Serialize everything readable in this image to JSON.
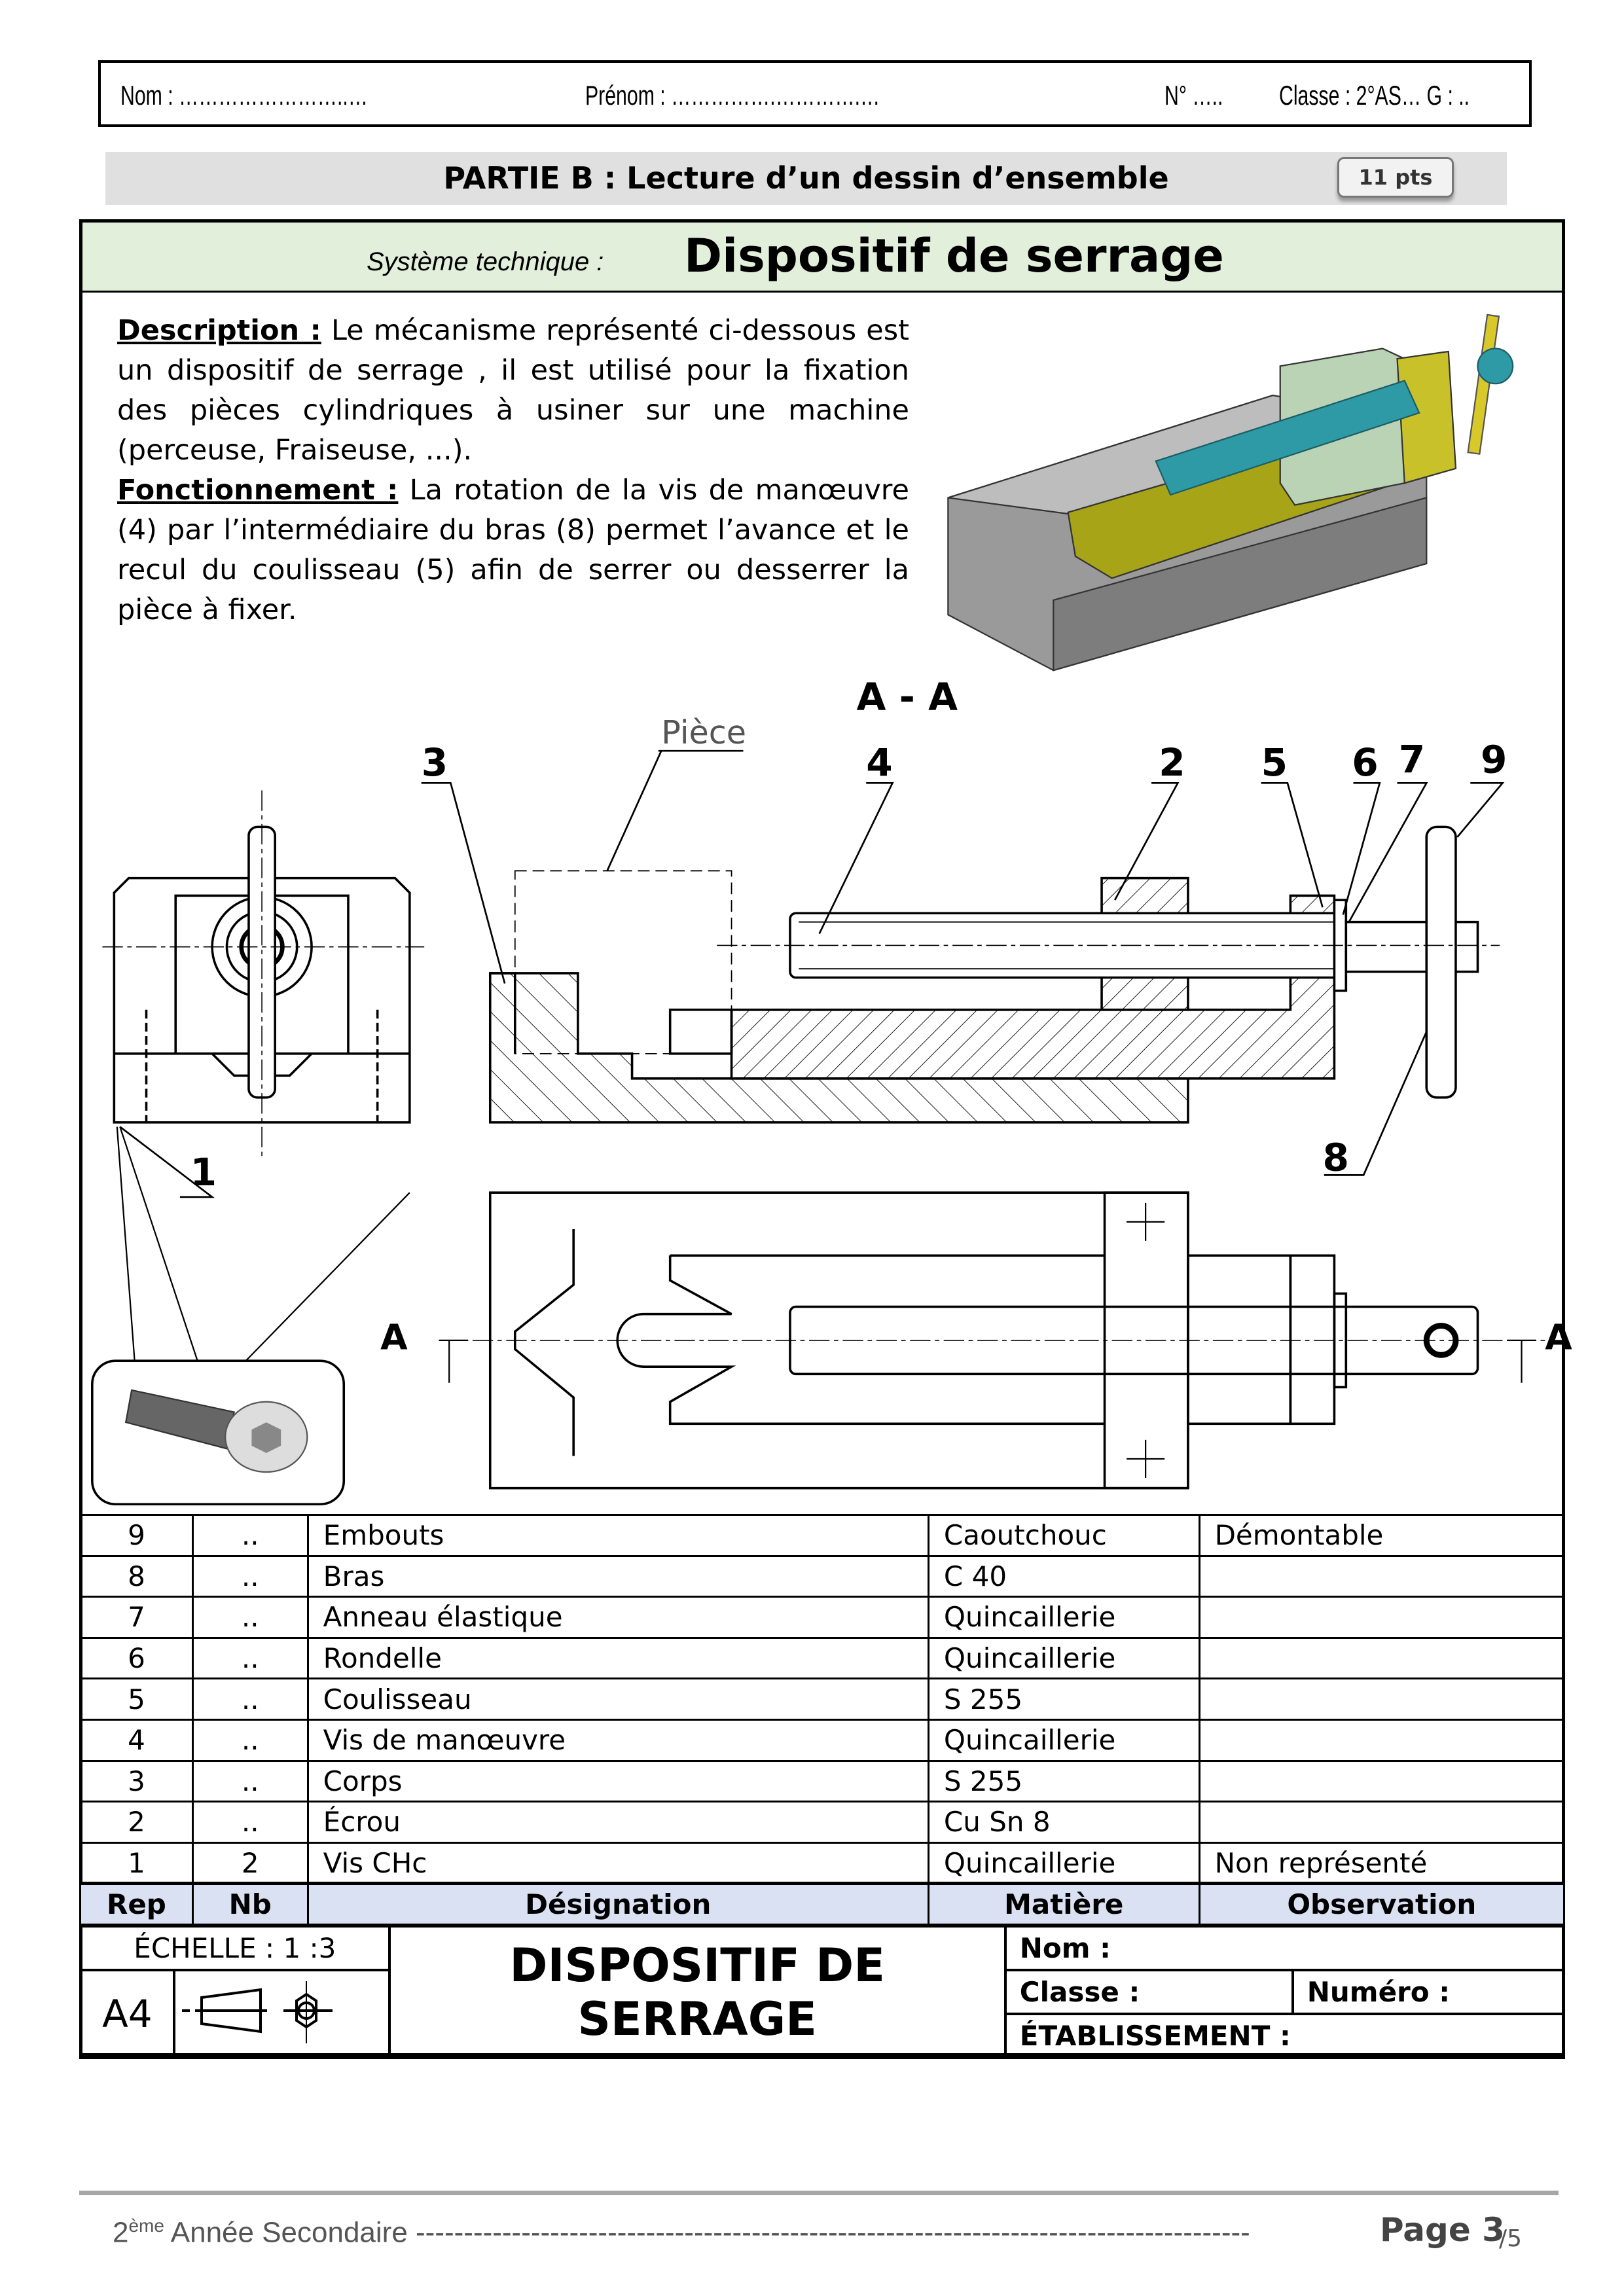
{
  "header": {
    "nom": "Nom : ……………………..…",
    "prenom": "Prénom : …………….………….…",
    "numero": "N° …..",
    "classe": "Classe : 2°AS… G : .."
  },
  "part": {
    "title": "PARTIE B : Lecture d’un dessin d’ensemble",
    "points": "11 pts"
  },
  "system": {
    "label": "Système technique :",
    "name": "Dispositif de serrage"
  },
  "description": {
    "label1": "Description :",
    "text1": " Le mécanisme représenté ci-dessous est un dispositif de serrage , il est utilisé pour la fixation des pièces cylindriques à usiner sur une machine (perceuse, Fraiseuse, ...).",
    "label2": "Fonctionnement :",
    "text2": " La rotation de la vis de manœuvre (4) par l’intermédiaire du bras (8) permet l’avance et le recul du coulisseau (5) afin de serrer ou desserrer la pièce à fixer."
  },
  "drawing": {
    "section_title": "A - A",
    "piece_label": "Pièce",
    "labels": {
      "r1": "1",
      "r2": "2",
      "r3": "3",
      "r4": "4",
      "r5": "5",
      "r6": "6",
      "r7": "7",
      "r8": "8",
      "r9": "9"
    },
    "cut_a_left": "A",
    "cut_a_right": "A"
  },
  "bom": {
    "rows": [
      {
        "rep": "9",
        "nb": "..",
        "designation": "Embouts",
        "matiere": "Caoutchouc",
        "observation": "Démontable"
      },
      {
        "rep": "8",
        "nb": "..",
        "designation": "Bras",
        "matiere": "C 40",
        "observation": ""
      },
      {
        "rep": "7",
        "nb": "..",
        "designation": "Anneau élastique",
        "matiere": "Quincaillerie",
        "observation": ""
      },
      {
        "rep": "6",
        "nb": "..",
        "designation": "Rondelle",
        "matiere": "Quincaillerie",
        "observation": ""
      },
      {
        "rep": "5",
        "nb": "..",
        "designation": "Coulisseau",
        "matiere": "S 255",
        "observation": ""
      },
      {
        "rep": "4",
        "nb": "..",
        "designation": "Vis de manœuvre",
        "matiere": "Quincaillerie",
        "observation": ""
      },
      {
        "rep": "3",
        "nb": "..",
        "designation": "Corps",
        "matiere": "S 255",
        "observation": ""
      },
      {
        "rep": "2",
        "nb": "..",
        "designation": "Écrou",
        "matiere": "Cu Sn 8",
        "observation": ""
      },
      {
        "rep": "1",
        "nb": "2",
        "designation": "Vis CHc",
        "matiere": "Quincaillerie",
        "observation": "Non représenté"
      }
    ],
    "headers": {
      "rep": "Rep",
      "nb": "Nb",
      "designation": "Désignation",
      "matiere": "Matière",
      "observation": "Observation"
    }
  },
  "title_block": {
    "echelle": "ÉCHELLE :  1 :3",
    "format": "A4",
    "title": "DISPOSITIF DE SERRAGE",
    "nom": "Nom :",
    "classe": "Classe :",
    "numero": "Numéro :",
    "etablissement": "ÉTABLISSEMENT :"
  },
  "footer": {
    "level_num": "2",
    "level_sup": "ème",
    "level_text": " Année Secondaire ---------------------------------------------------------------------------------------",
    "page": "Page 3",
    "total": "/5"
  },
  "colors": {
    "title_band": "#e2efda",
    "table_header": "#d9e1f2",
    "part_bar": "#e0e0e0"
  }
}
